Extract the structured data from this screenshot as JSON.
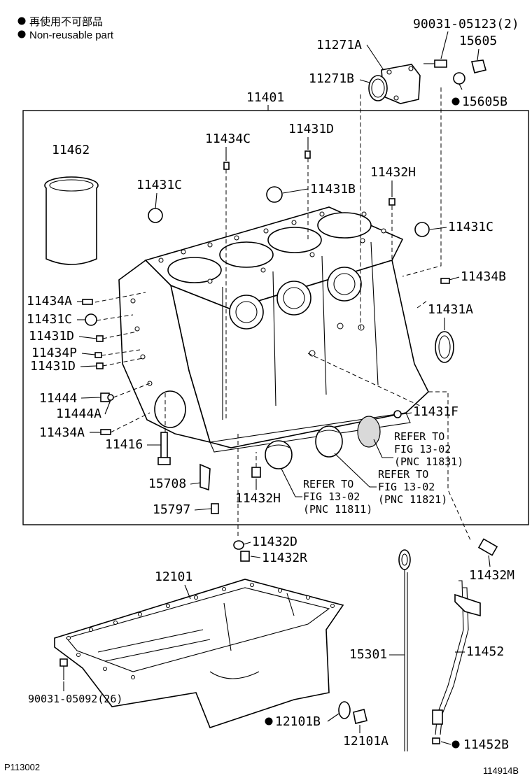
{
  "legend": {
    "items": [
      {
        "text": "再使用不可部品"
      },
      {
        "text": "Non-reusable part"
      }
    ]
  },
  "callouts": {
    "c90031_05123": "90031-05123(2)",
    "c15605": "15605",
    "c11271A": "11271A",
    "c11271B": "11271B",
    "c15605B": "15605B",
    "c11401": "11401",
    "c11462": "11462",
    "c11434C": "11434C",
    "c11431D_top": "11431D",
    "c11432H_top": "11432H",
    "c11431C_left": "11431C",
    "c11431B": "11431B",
    "c11431C_right": "11431C",
    "c11434B": "11434B",
    "c11431A": "11431A",
    "c11434A_1": "11434A",
    "c11431C_side": "11431C",
    "c11431D_1": "11431D",
    "c11434P": "11434P",
    "c11431D_2": "11431D",
    "c11444": "11444",
    "c11444A": "11444A",
    "c11434A_2": "11434A",
    "c11416": "11416",
    "c11431F": "11431F",
    "c15708": "15708",
    "c15797": "15797",
    "c11432H_bottom": "11432H",
    "c11432D": "11432D",
    "c11432R": "11432R",
    "c11432M": "11432M",
    "c12101": "12101",
    "c15301": "15301",
    "c11452": "11452",
    "c90031_05092": "90031-05092(26)",
    "c12101B": "12101B",
    "c12101A": "12101A",
    "c11452B": "11452B"
  },
  "references": {
    "ref1": {
      "line1": "REFER TO",
      "line2": "FIG 13-02",
      "line3": "(PNC 11831)"
    },
    "ref2": {
      "line1": "REFER TO",
      "line2": "FIG 13-02",
      "line3": "(PNC 11821)"
    },
    "ref3": {
      "line1": "REFER TO",
      "line2": "FIG 13-02",
      "line3": "(PNC 11811)"
    }
  },
  "footer": {
    "left_code": "P113002",
    "right_code": "114914B"
  }
}
